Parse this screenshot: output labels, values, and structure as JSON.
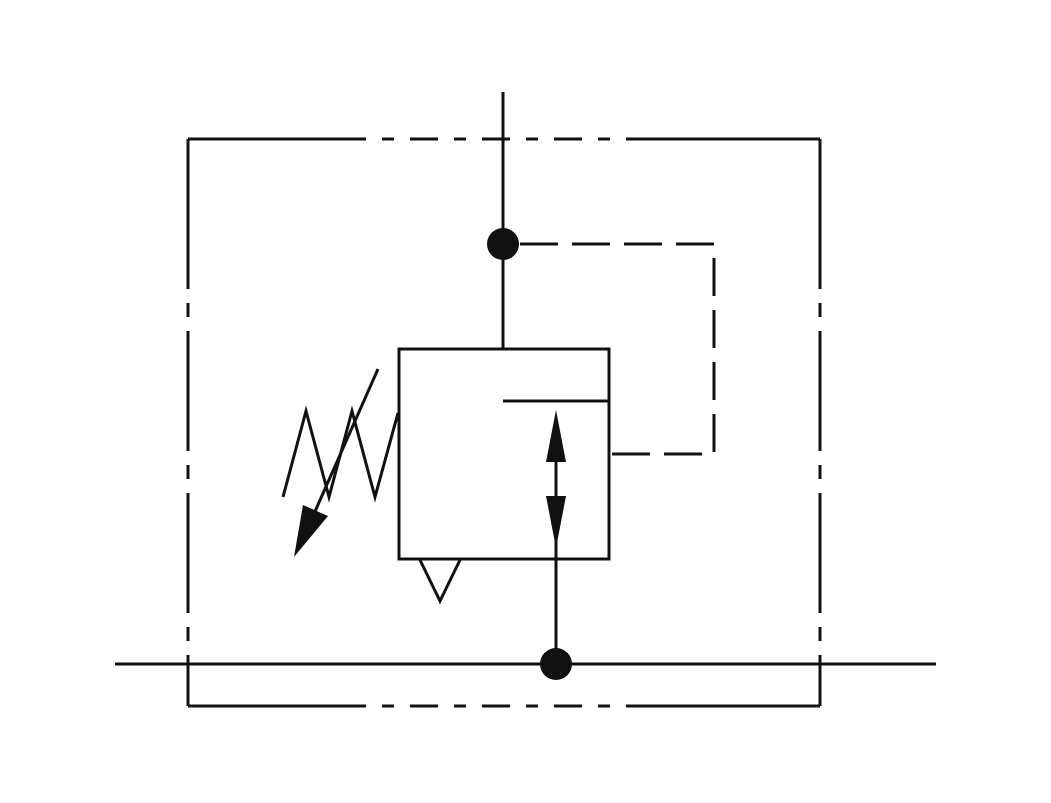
{
  "diagram": {
    "type": "hydraulic-valve-symbol",
    "colors": {
      "stroke": "#111111",
      "background": "#ffffff"
    },
    "components": [
      "enclosure-dash-dot",
      "main-pressure-line",
      "return-tank-line",
      "valve-body",
      "adjustable-spring",
      "pilot-line-dashed",
      "flow-arrow",
      "drain-port",
      "junction-dots"
    ]
  }
}
